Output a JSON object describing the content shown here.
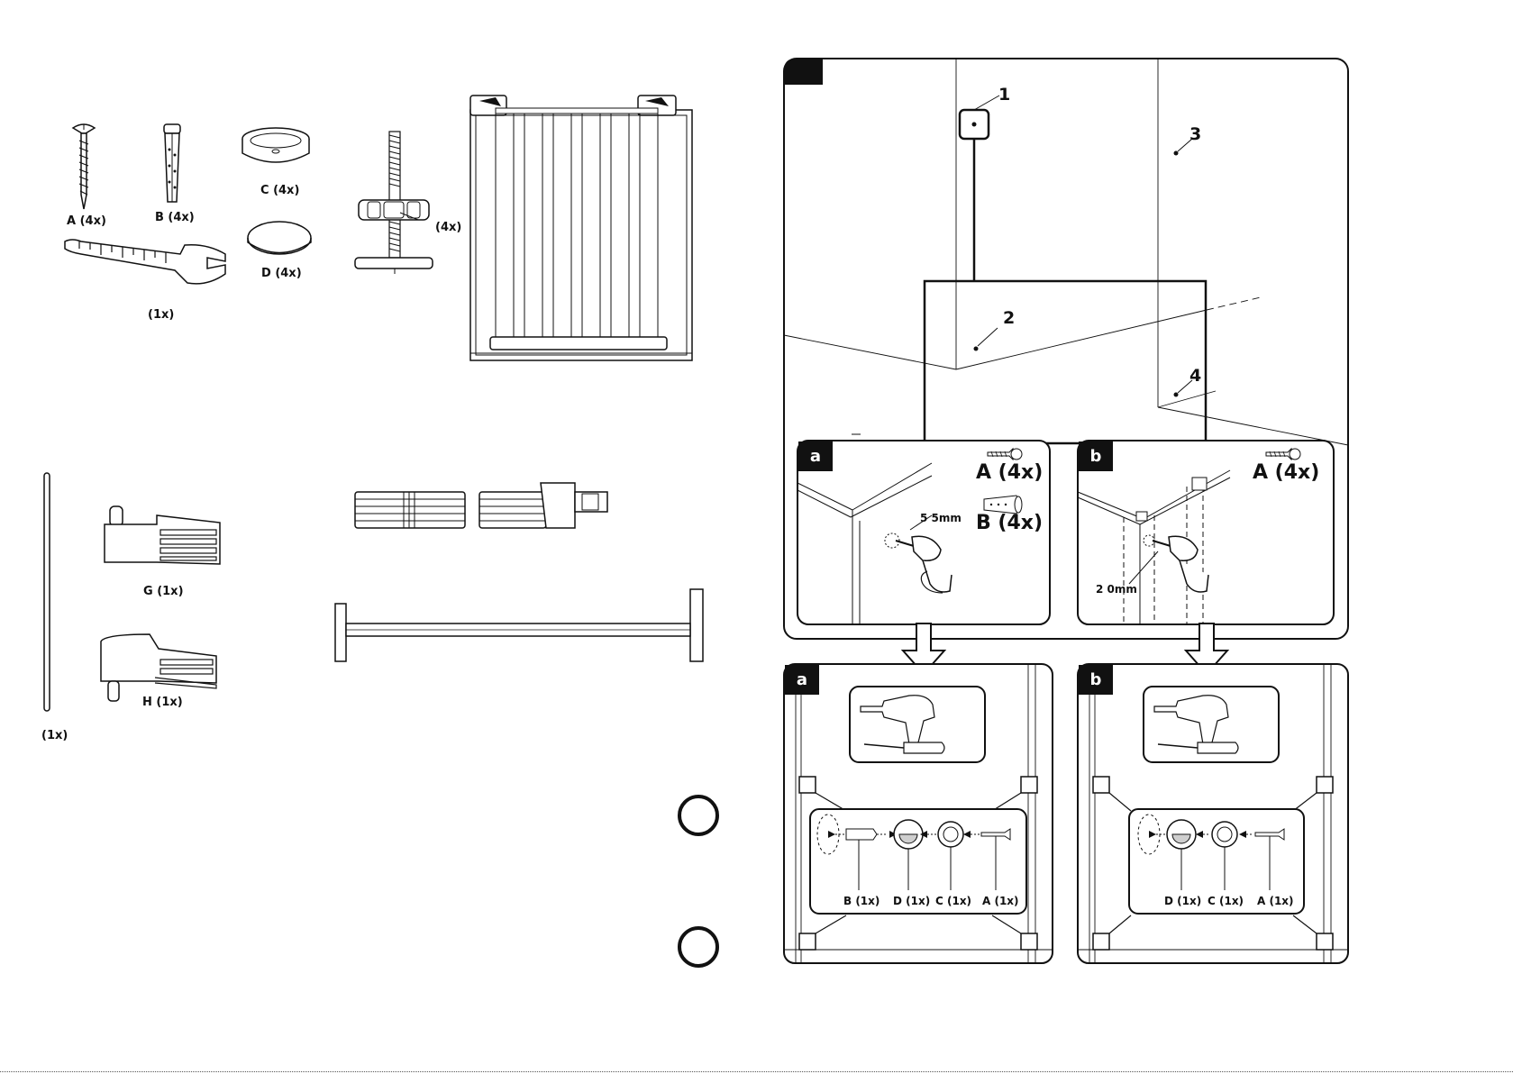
{
  "parts": {
    "a_label": "A (4x)",
    "b_label": "B (4x)",
    "c_label": "C (4x)",
    "d_label": "D (4x)",
    "bolt_label": "(4x)",
    "wrench_label": "(1x)",
    "rod_label": "(1x)",
    "g_label": "G (1x)",
    "h_label": "H (1x)"
  },
  "step": {
    "point_1": "1",
    "point_2": "2",
    "point_3": "3",
    "point_4": "4",
    "panel_a": {
      "tag": "a",
      "screw": "A (4x)",
      "plug": "B (4x)",
      "drill_size": "5 5mm"
    },
    "panel_b": {
      "tag": "b",
      "screw": "A (4x)",
      "drill_size": "2 0mm"
    }
  },
  "result": {
    "panel_a": {
      "tag": "a",
      "labels": [
        "B (1x)",
        "D (1x)",
        "C (1x)",
        "A (1x)"
      ]
    },
    "panel_b": {
      "tag": "b",
      "labels": [
        "D (1x)",
        "C (1x)",
        "A (1x)"
      ]
    }
  }
}
